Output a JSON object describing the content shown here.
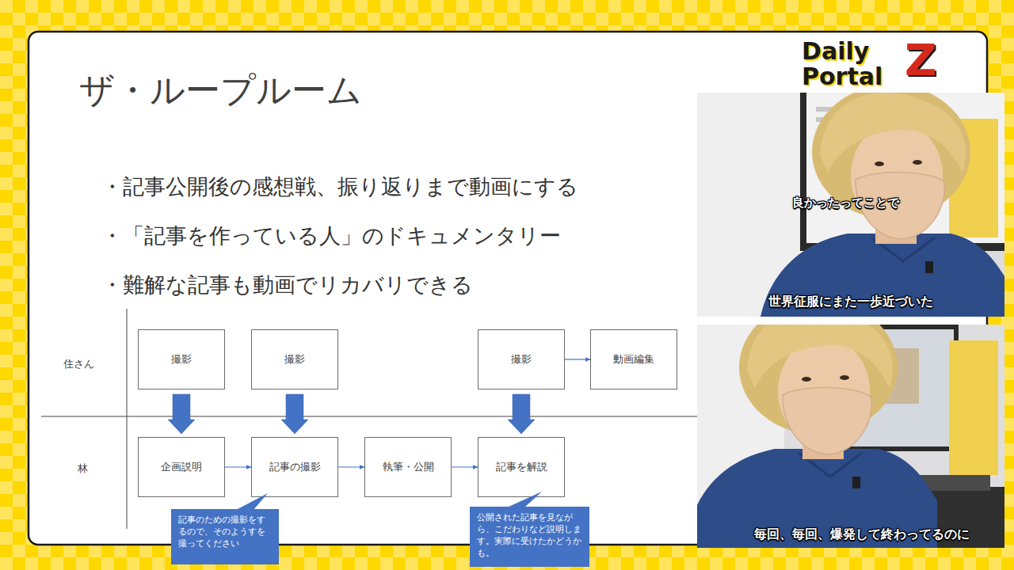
{
  "diagram": {
    "title": "ザ・ループルーム",
    "nodes": [
      {
        "text": [
          "撮影"
        ]
      },
      {
        "text": [
          "撮影"
        ]
      },
      {
        "text": [
          "撮影"
        ]
      },
      {
        "text": [
          "動画編集"
        ]
      },
      {
        "text": [
          "企画説明"
        ]
      },
      {
        "text": [
          "記事の撮影"
        ]
      },
      {
        "text": [
          "執筆・公開"
        ]
      },
      {
        "text": [
          "記事を解説"
        ]
      },
      {
        "text": [
          "記事のための撮影をするので、そのようすを撮ってください"
        ]
      },
      {
        "text": [
          "公開された記事を見ながら、こだわりなど説明します。実際に受けたかどうかも。"
        ]
      }
    ],
    "edges": [
      {
        "from": 0,
        "to": 4,
        "arrow": "to"
      },
      {
        "from": 1,
        "to": 5,
        "arrow": "to"
      },
      {
        "from": 2,
        "to": 7,
        "arrow": "to"
      },
      {
        "from": 2,
        "to": 3,
        "arrow": "to"
      },
      {
        "from": 4,
        "to": 5,
        "arrow": "to"
      },
      {
        "from": 5,
        "to": 6,
        "arrow": "to"
      },
      {
        "from": 6,
        "to": 7,
        "arrow": "to"
      }
    ],
    "labels": [
      "・記事公開後の感想戦、振り返りまで動画にする",
      "・「記事を作っている人」のドキュメンタリー",
      "・難解な記事も動画でリカバリできる",
      "住さん",
      "林",
      "Daily",
      "Portal",
      "Z",
      "良かったってことで",
      "世界征服にまた一歩近づいた",
      "毎回、毎回、爆発して終わってるのに"
    ]
  }
}
